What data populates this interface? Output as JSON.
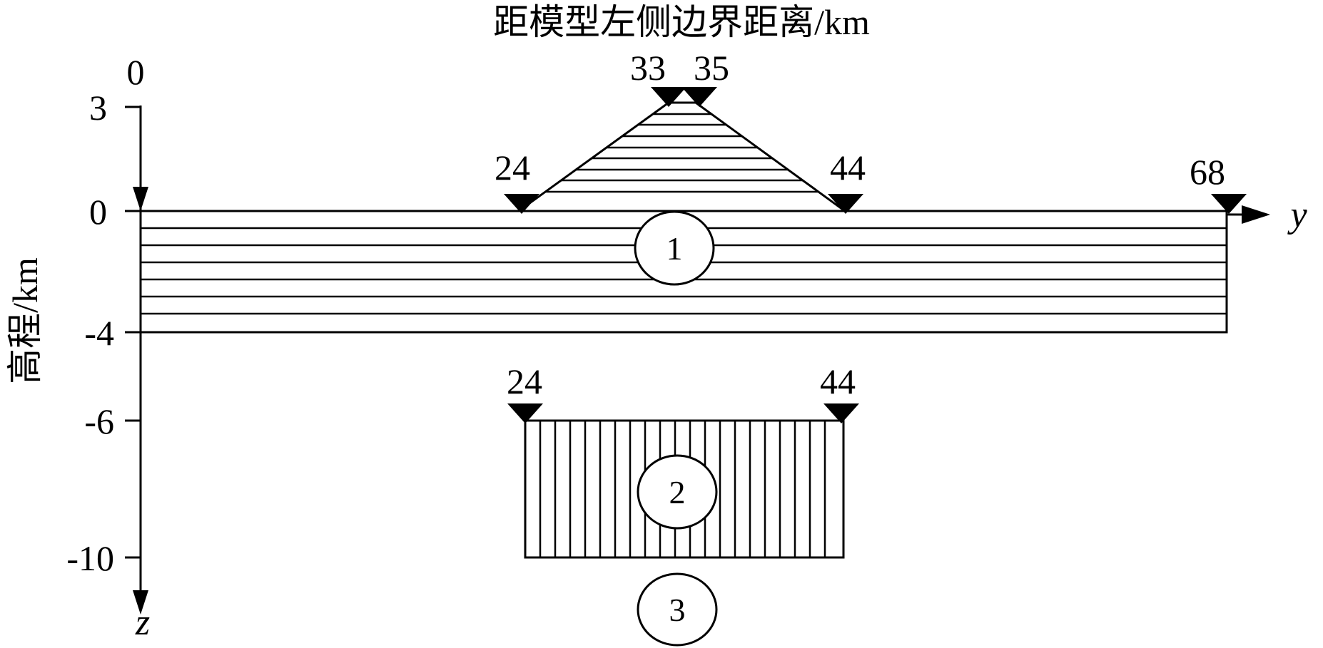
{
  "title": "距模型左侧边界距离/km",
  "axes": {
    "y_axis_label": "y",
    "z_axis_label": "z",
    "elevation_label": "高程/km",
    "origin_top_label": "0",
    "elevation_ticks": [
      "3",
      "0",
      "-4",
      "-6",
      "-10"
    ]
  },
  "markers": {
    "triangle_peak_left": "33",
    "triangle_peak_right": "35",
    "triangle_base_left": "24",
    "triangle_base_right": "44",
    "layer_right_end": "68",
    "block_left": "24",
    "block_right": "44"
  },
  "regions": [
    {
      "id": "1"
    },
    {
      "id": "2"
    },
    {
      "id": "3"
    }
  ],
  "colors": {
    "ink": "#000000",
    "background": "#ffffff"
  }
}
